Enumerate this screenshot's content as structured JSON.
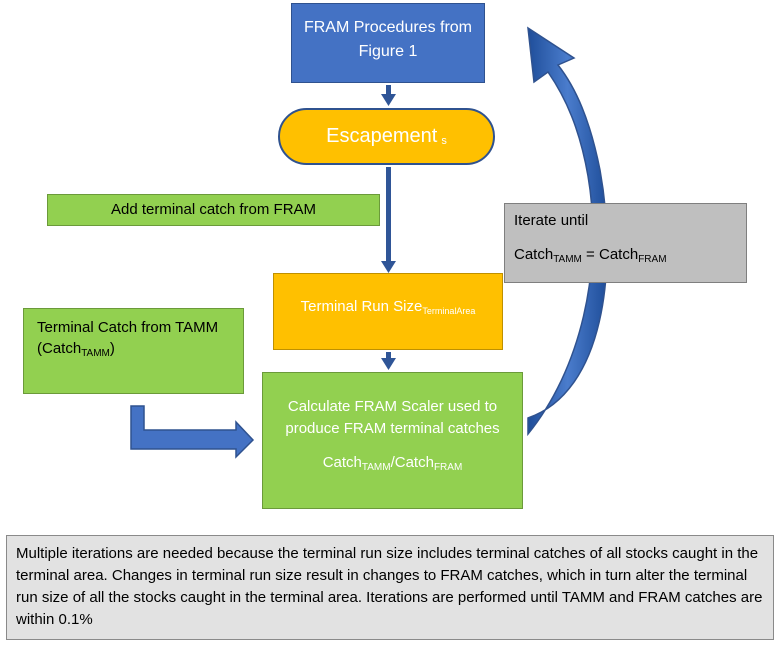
{
  "fram_procedures": {
    "line1": "FRAM Procedures from",
    "line2": "Figure 1"
  },
  "escapement": {
    "label": "Escapement",
    "subscript": "s"
  },
  "add_terminal_catch": {
    "label": "Add terminal catch from FRAM"
  },
  "iterate": {
    "line1": "Iterate until",
    "catch_label": "Catch",
    "tamm_sub": "TAMM",
    "equals": " = ",
    "catch_label2": "Catch",
    "fram_sub": "FRAM"
  },
  "terminal_run_size": {
    "label": "Terminal Run Size",
    "subscript": "TerminalArea"
  },
  "terminal_catch_tamm": {
    "line1": "Terminal Catch from TAMM",
    "open": "(Catch",
    "sub": "TAMM",
    "close": ")"
  },
  "calculate_scaler": {
    "line1": "Calculate FRAM Scaler used to",
    "line2": "produce FRAM terminal catches",
    "ratio_a": "Catch",
    "ratio_a_sub": "TAMM",
    "ratio_sep": "/Catch",
    "ratio_b_sub": "FRAM"
  },
  "note": {
    "text": "Multiple iterations are needed because the terminal run size includes terminal catches of all stocks caught in the terminal area.  Changes in terminal run size result in changes to FRAM catches, which in turn alter the terminal run size of all the stocks caught in the terminal area. Iterations are performed until TAMM and FRAM catches are within 0.1%"
  },
  "colors": {
    "blue": "#4472c4",
    "orange": "#ffc000",
    "green": "#92d050",
    "gray": "#bfbfbf",
    "note_gray": "#e2e2e2",
    "arrow_blue": "#2f5597"
  }
}
